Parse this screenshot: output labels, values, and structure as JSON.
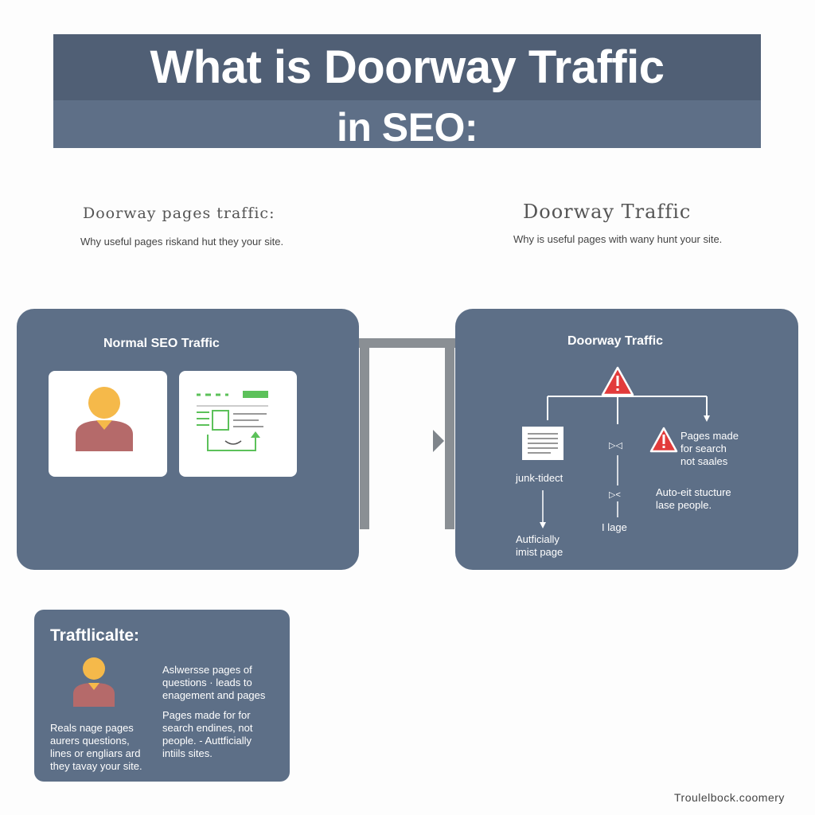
{
  "title": {
    "line1": "What is Doorway Traffic",
    "line2": "in SEO:"
  },
  "left_sub": {
    "heading": "Doorway pages traffic:",
    "desc": "Why useful pages riskand hut they your site."
  },
  "right_sub": {
    "heading": "Doorway Traffic",
    "desc": "Why is useful pages with wany hunt your site."
  },
  "normal_panel": {
    "title": "Normal SEO Traffic"
  },
  "doorway_panel": {
    "title": "Doorway Traffic",
    "left_label": "junk-tidect",
    "left_bottom_line1": "Autficially",
    "left_bottom_line2": "imist page",
    "mid_symbol1": "▷◁",
    "mid_symbol2": "▷<",
    "mid_label": "I lage",
    "right_line1": "Pages made",
    "right_line2": "for search",
    "right_line3": "not saales",
    "right_bottom_line1": "Auto-eit stucture",
    "right_bottom_line2": "lase people."
  },
  "bottom_panel": {
    "title": "Traftlicalte:",
    "left_lines": [
      "Reals nage pages",
      "aurers questions,",
      "lines or engliars ard",
      "they tavay your site."
    ],
    "right_top_lines": [
      "Aslwersse pages of",
      "questions  · leads to",
      "enagement and pages"
    ],
    "right_bottom_lines": [
      "Pages made for for",
      "search endines, not",
      "people. - Auttficially",
      "intiils sites."
    ]
  },
  "footer": "Troulelbock.coomery",
  "colors": {
    "panel": "#5d6f87",
    "banner_top": "#505f75",
    "banner_bottom": "#5e6f87",
    "warning": "#e23b3b",
    "accent_green": "#5cc15a",
    "avatar_head": "#f5b94a",
    "avatar_body": "#b56a6a"
  }
}
